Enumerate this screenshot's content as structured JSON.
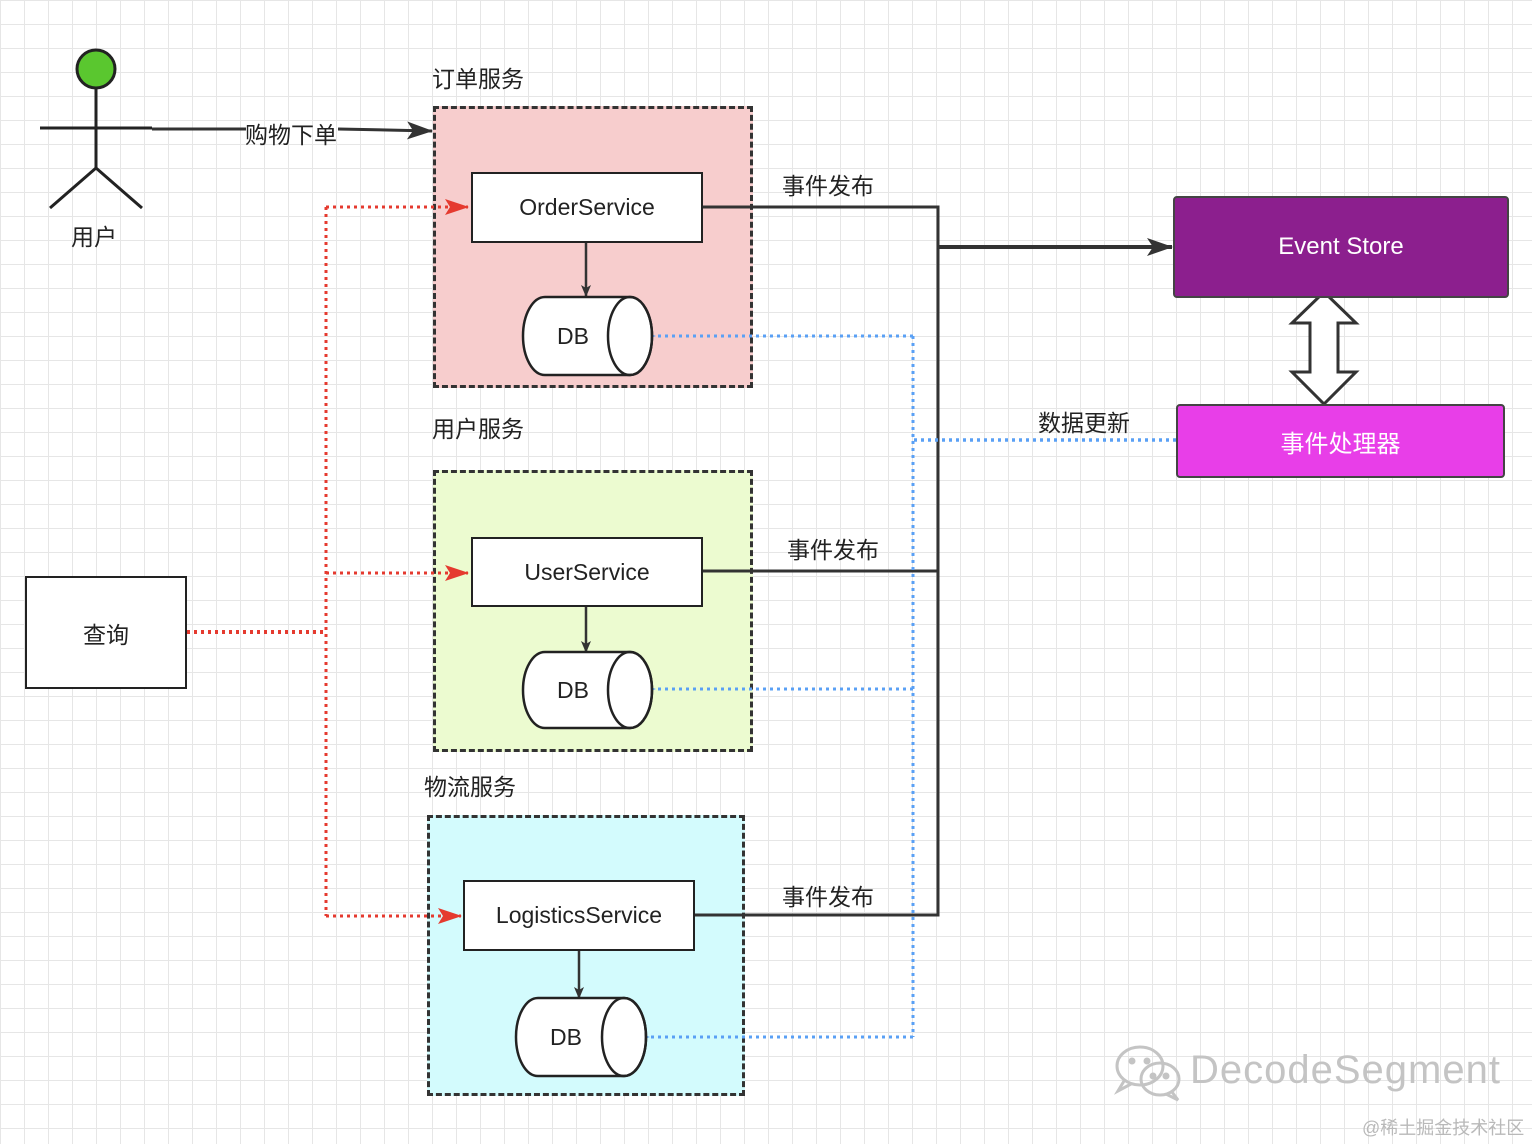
{
  "actor": {
    "label": "用户"
  },
  "edges": {
    "place_order": "购物下单",
    "publish_order": "事件发布",
    "publish_user": "事件发布",
    "publish_logistics": "事件发布",
    "data_update": "数据更新"
  },
  "groups": {
    "order": {
      "title": "订单服务",
      "service": "OrderService",
      "db": "DB"
    },
    "user": {
      "title": "用户服务",
      "service": "UserService",
      "db": "DB"
    },
    "logistics": {
      "title": "物流服务",
      "service": "LogisticsService",
      "db": "DB"
    }
  },
  "query": {
    "label": "查询"
  },
  "event_store": {
    "label": "Event Store"
  },
  "event_handler": {
    "label": "事件处理器"
  },
  "watermark": {
    "brand": "DecodeSegment",
    "site": "@稀土掘金技术社区"
  },
  "colors": {
    "order_bg": "#f7cdcd",
    "user_bg": "#ecfbd0",
    "logistics_bg": "#d3fbfd",
    "event_store": "#8c1f8e",
    "event_handler": "#e83ee8",
    "query_arrows": "#e53a2f",
    "update_arrows": "#5aa0f5",
    "actor_head": "#5ac72f"
  }
}
